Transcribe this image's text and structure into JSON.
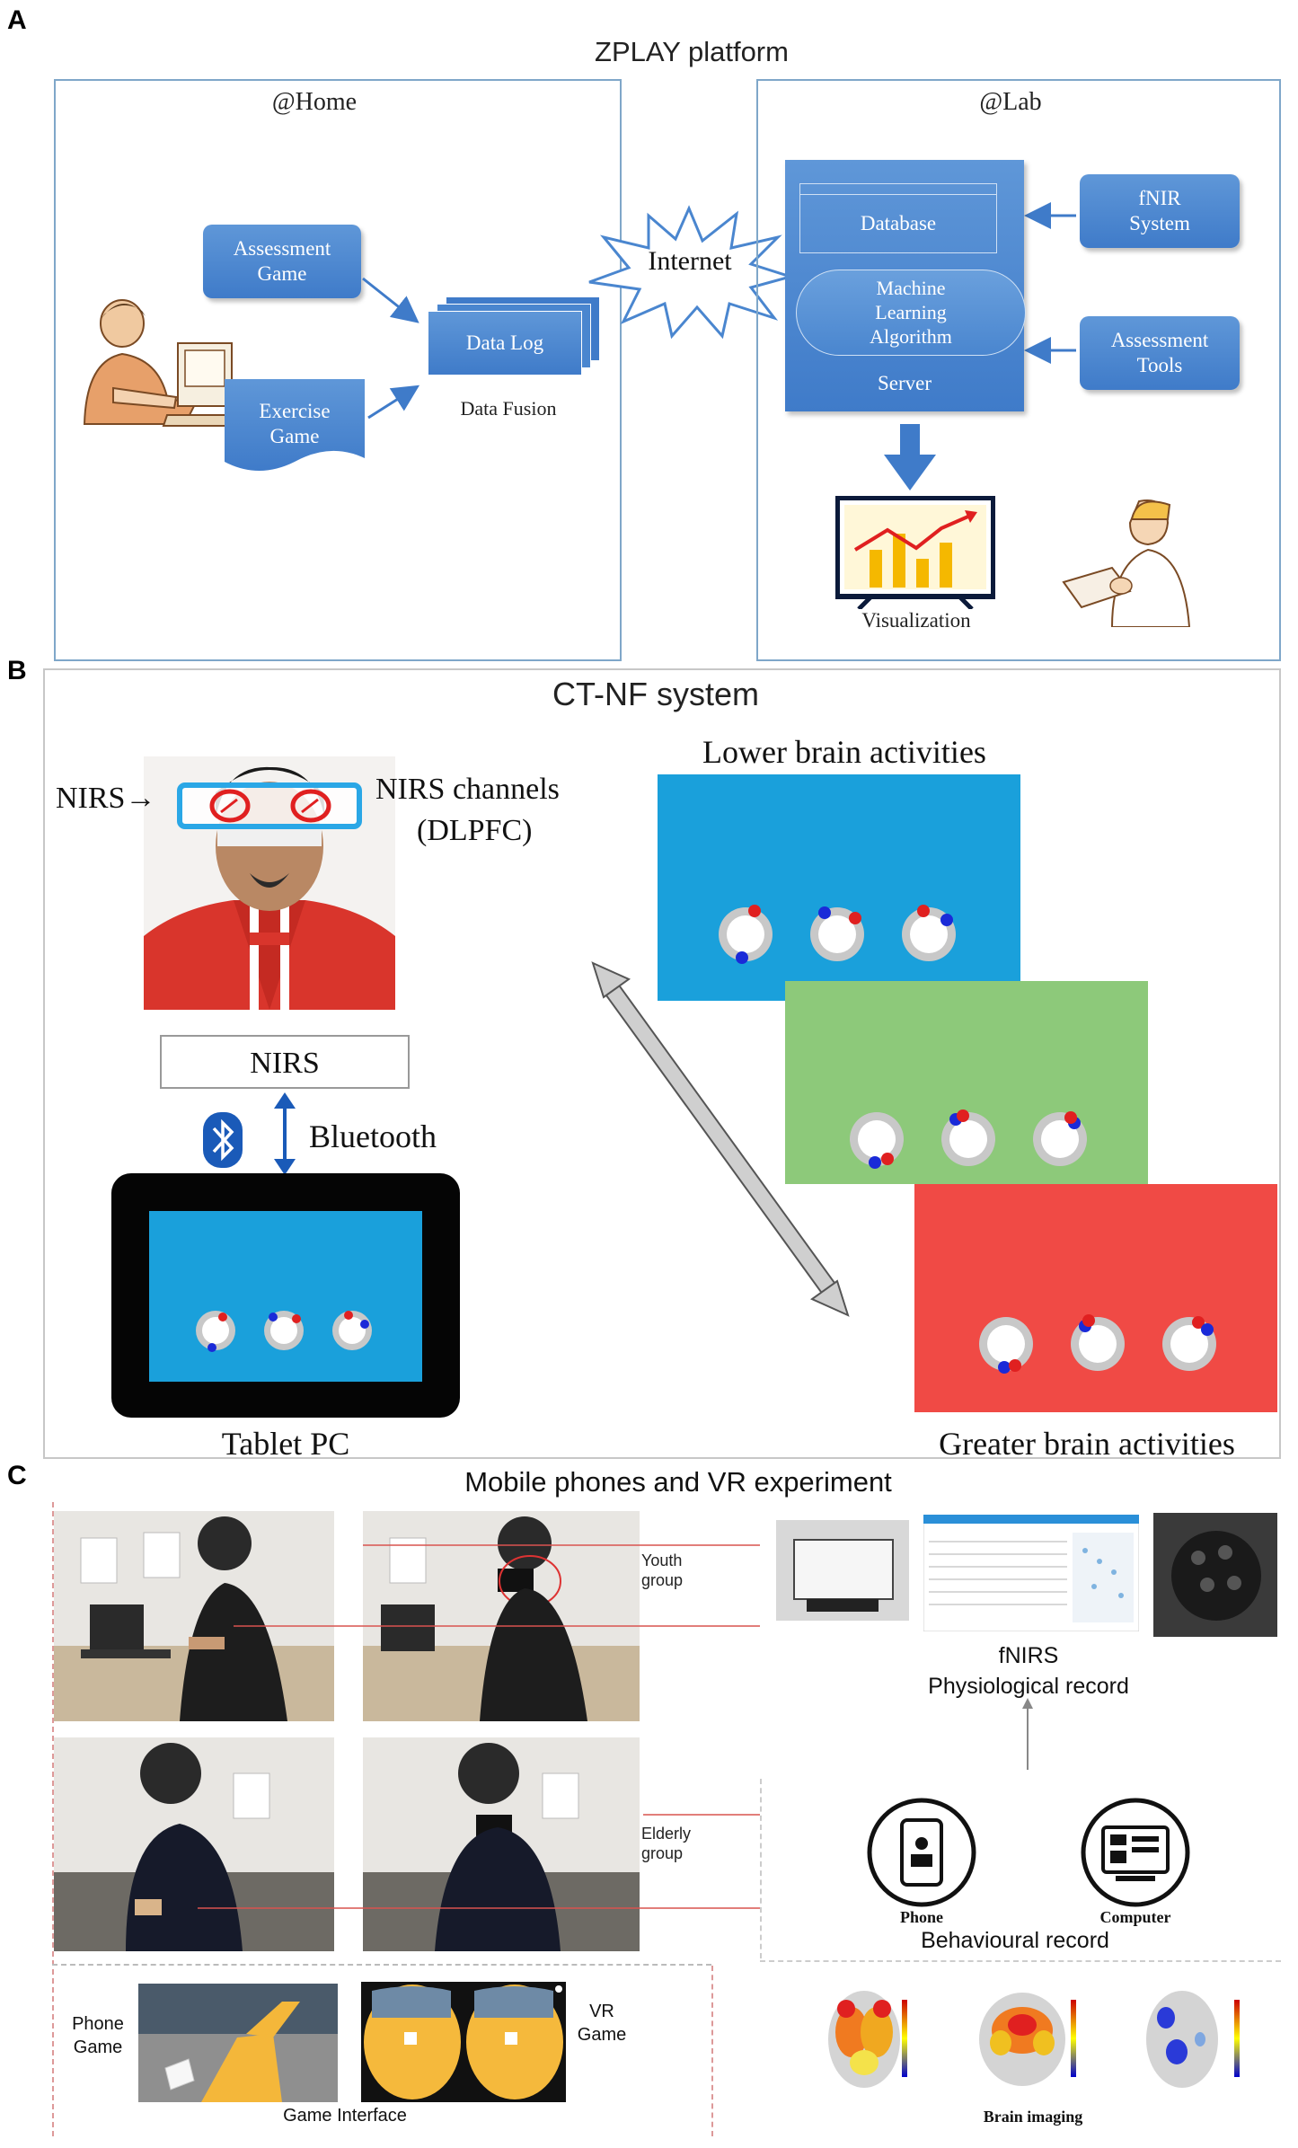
{
  "panels": {
    "a": "A",
    "b": "B",
    "c": "C"
  },
  "panel_a": {
    "title": "ZPLAY platform",
    "home": {
      "title": "@Home",
      "assessment_game": [
        "Assessment",
        "Game"
      ],
      "exercise_game": [
        "Exercise",
        "Game"
      ],
      "data_log": "Data Log",
      "data_fusion": "Data Fusion"
    },
    "internet": "Internet",
    "lab": {
      "title": "@Lab",
      "database": "Database",
      "ml": [
        "Machine",
        "Learning",
        "Algorithm"
      ],
      "server": "Server",
      "fnir": [
        "fNIR",
        "System"
      ],
      "assessment_tools": [
        "Assessment",
        "Tools"
      ],
      "visualization": "Visualization"
    }
  },
  "panel_b": {
    "title": "CT-NF system",
    "nirs_arrow_label": "NIRS→",
    "channels_label": [
      "NIRS channels",
      "(DLPFC)"
    ],
    "nirs_box": "NIRS",
    "bluetooth": "Bluetooth",
    "tablet": "Tablet PC",
    "lower": "Lower brain activities",
    "greater": "Greater brain activities",
    "colors": {
      "blue_screen": "#1aa0db",
      "green_screen": "#8dc97a",
      "red_screen": "#f04a45"
    }
  },
  "panel_c": {
    "title": "Mobile phones and VR experiment",
    "youth": [
      "Youth",
      "group"
    ],
    "elderly": [
      "Elderly",
      "group"
    ],
    "fnirs": [
      "fNIRS",
      "Physiological record"
    ],
    "phone_icon": "Phone",
    "computer_icon": "Computer",
    "behavioural": "Behavioural record",
    "phone_game": [
      "Phone",
      "Game"
    ],
    "vr_game": [
      "VR",
      "Game"
    ],
    "game_interface": "Game Interface",
    "brain_imaging": "Brain imaging"
  }
}
